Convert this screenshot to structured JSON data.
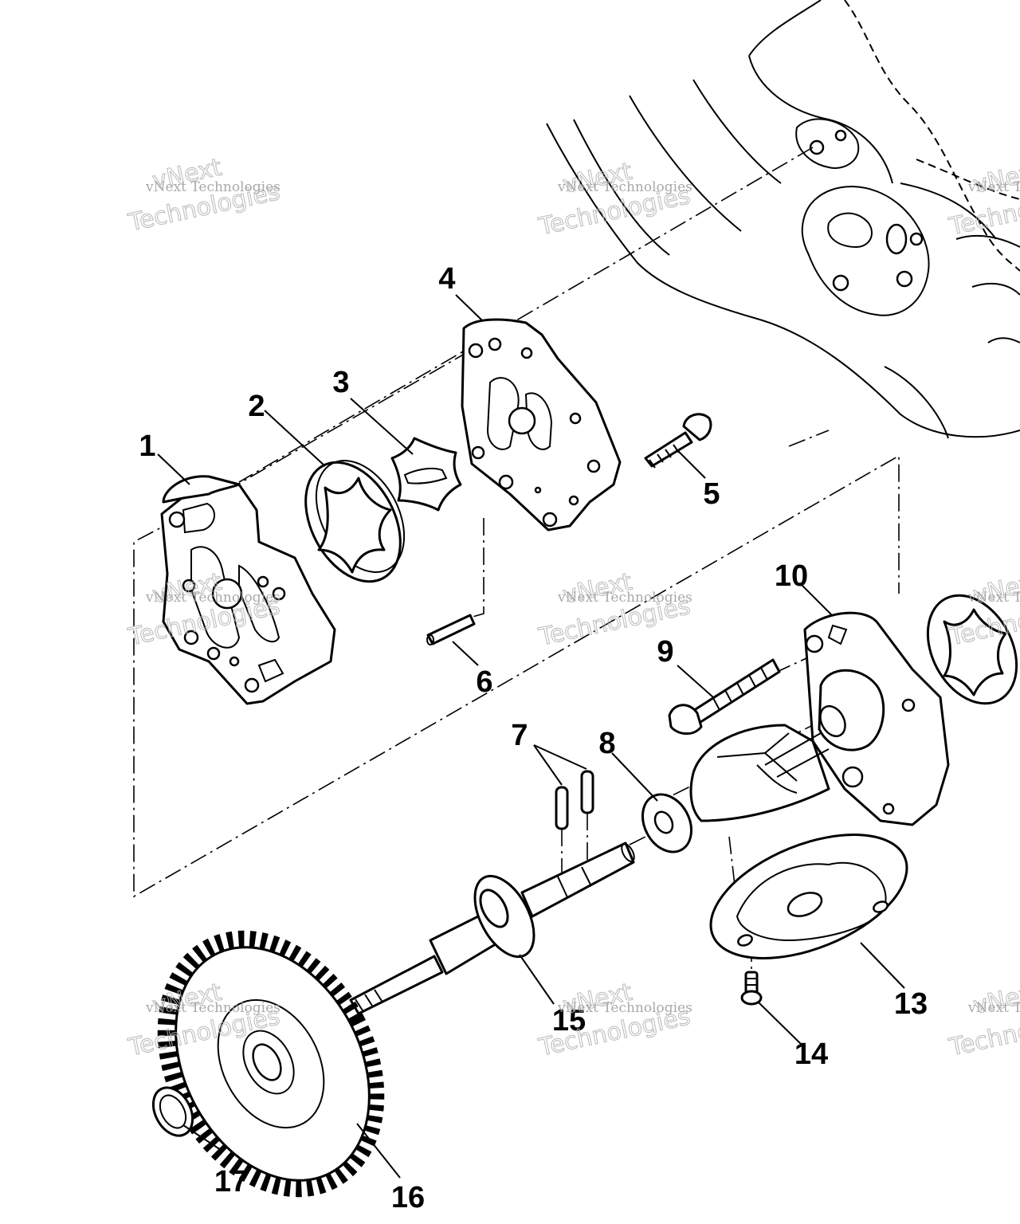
{
  "diagram": {
    "part_labels": [
      "1",
      "2",
      "3",
      "4",
      "5",
      "6",
      "7",
      "8",
      "9",
      "10",
      "13",
      "14",
      "15",
      "16",
      "17"
    ],
    "watermark": {
      "line1": "vNext Technologies",
      "line2": "vNext",
      "line3": "Technologies"
    }
  }
}
